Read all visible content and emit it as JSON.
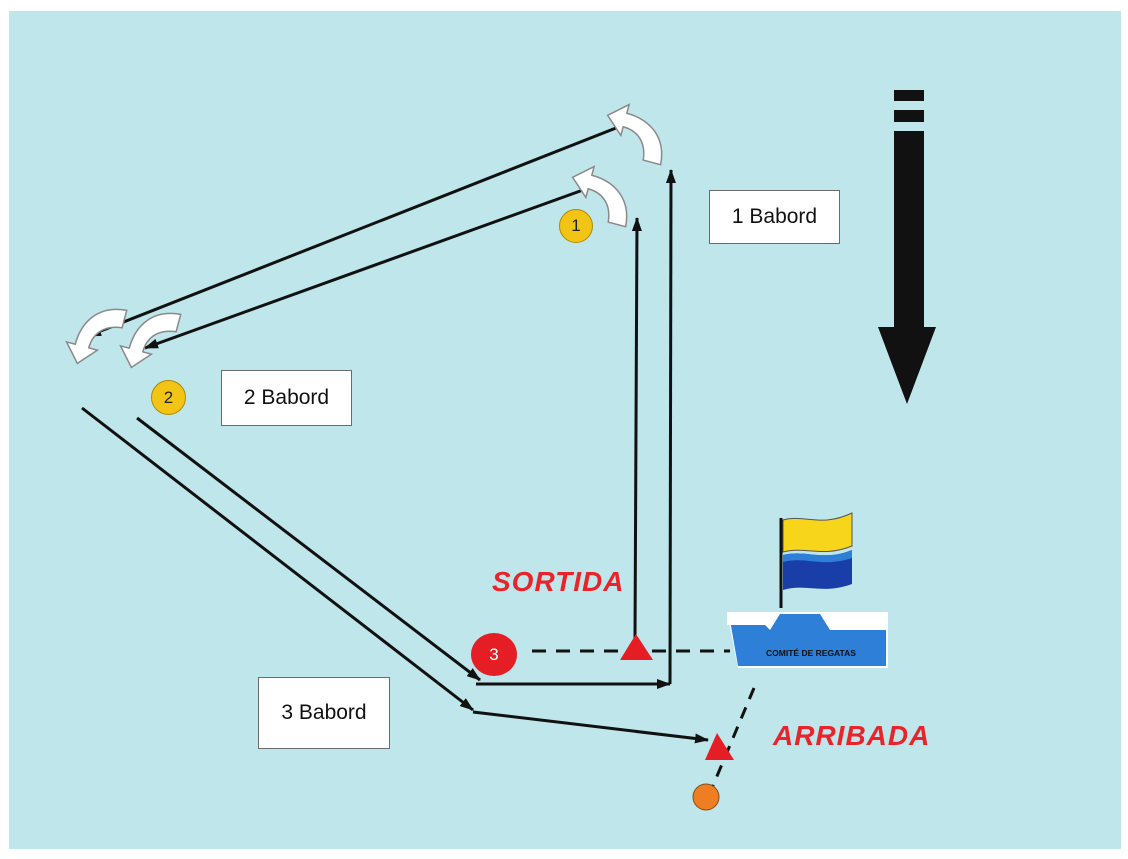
{
  "labels": {
    "leg1": "1 Babord",
    "leg2": "2 Babord",
    "leg3": "3 Babord"
  },
  "texts": {
    "start": "SORTIDA",
    "finish": "ARRIBADA",
    "committee": "COMITÉ DE REGATAS"
  },
  "marks": {
    "m1": "1",
    "m2": "2",
    "m3": "3"
  },
  "colors": {
    "background": "#bfe6ea",
    "frame": "#ffffff",
    "course_line": "#111111",
    "red_accent": "#e8242a",
    "mark_yellow": "#f2c416",
    "mark_red": "#e51e25",
    "finish_buoy": "#ef7d22",
    "flag_yellow": "#f7d51b",
    "flag_blue": "#1a3ea8",
    "committee_blue": "#2d7fd8"
  },
  "icons": {
    "wind": "wind-direction-arrow-icon",
    "rounding": "rounding-turn-arrow-icon",
    "boat": "committee-boat-icon",
    "flag": "committee-flag-icon"
  }
}
